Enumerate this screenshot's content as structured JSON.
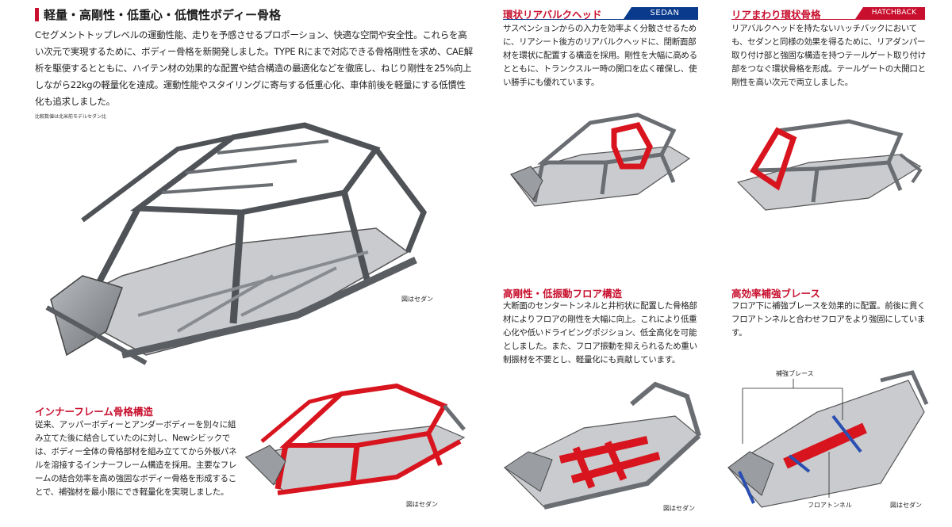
{
  "main": {
    "title": "軽量・高剛性・低重心・低慣性ボディー骨格",
    "body": "Cセグメントトップレベルの運動性能、走りを予感させるプロポーション、快適な空間や安全性。これらを高い次元で実現するために、ボディー骨格を新開発しました。TYPE Rにまで対応できる骨格剛性を求め、CAE解析を駆使するとともに、ハイテン材の効果的な配置や結合構造の最適化などを徹底し、ねじり剛性を25%向上しながら22kgの軽量化を達成。運動性能やスタイリングに寄与する低重心化、車体前後を軽量にする低慣性化も追求しました。",
    "note": "比較数値は北米前モデルセダン比",
    "caption": "図はセダン"
  },
  "inner_frame": {
    "title": "インナーフレーム骨格構造",
    "body": "従来、アッパーボディーとアンダーボディーを別々に組み立てた後に結合していたのに対し、Newシビックでは、ボディー全体の骨格部材を組み立ててから外板パネルを溶接するインナーフレーム構造を採用。主要なフレームの結合効率を高め強固なボディー骨格を形成することで、補強材を最小限にでき軽量化を実現しました。",
    "caption": "図はセダン"
  },
  "rear_bulkhead": {
    "title": "環状リアバルクヘッド",
    "badge": "SEDAN",
    "body": "サスペンションからの入力を効率よく分散させるために、リアシート後方のリアバルクヘッドに、閉断面部材を環状に配置する構造を採用。剛性を大幅に高めるとともに、トランクスルー時の開口を広く確保し、使い勝手にも優れています。"
  },
  "rear_ring": {
    "title": "リアまわり環状骨格",
    "badge": "HATCHBACK",
    "body": "リアバルクヘッドを持たないハッチバックにおいても、セダンと同様の効果を得るために、リアダンパー取り付け部と強固な構造を持つテールゲート取り付け部をつなぐ環状骨格を形成。テールゲートの大開口と剛性を高い次元で両立しました。"
  },
  "floor": {
    "title": "高剛性・低振動フロア構造",
    "body": "大断面のセンタートンネルと井桁状に配置した骨格部材によりフロアの剛性を大幅に向上。これにより低重心化や低いドライビングポジション、低全高化を可能としました。また、フロア振動を抑えられるため重い制振材を不要とし、軽量化にも貢献しています。",
    "caption": "図はセダン"
  },
  "brace": {
    "title": "高効率補強ブレース",
    "body": "フロア下に補強ブレースを効果的に配置。前後に貫くフロアトンネルと合わせフロアをより強固にしています。",
    "label_brace": "補強ブレース",
    "label_tunnel": "フロアトンネル",
    "caption": "図はセダン"
  },
  "colors": {
    "accent_red": "#c8102e",
    "sedan_blue": "#0a3a8c",
    "frame_gray": "#8a8d92",
    "highlight_red": "#d8141e"
  }
}
